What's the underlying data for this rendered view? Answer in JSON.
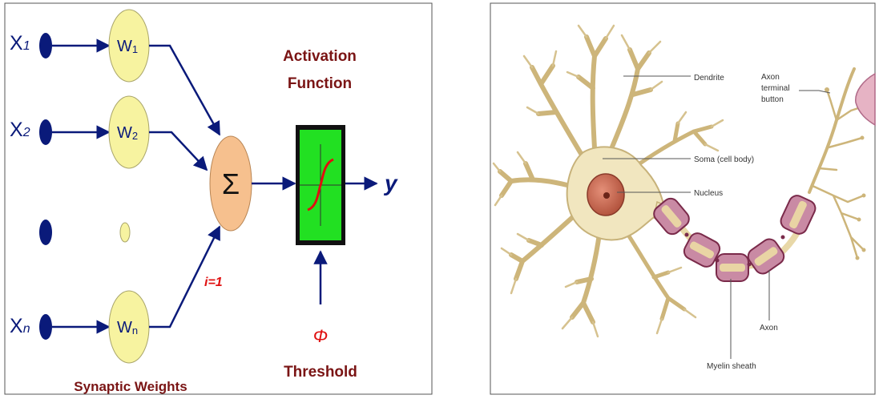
{
  "perceptron": {
    "inputs": [
      {
        "pre": "X",
        "sub": "1"
      },
      {
        "pre": "X",
        "sub": "2"
      },
      {
        "pre": "X",
        "sub": "n"
      }
    ],
    "weights": [
      {
        "pre": "W",
        "sub": "1"
      },
      {
        "pre": "W",
        "sub": "2"
      },
      {
        "pre": "W",
        "sub": "n"
      }
    ],
    "summation_symbol": "Σ",
    "summation_index": "i=1",
    "activation_title_line1": "Activation",
    "activation_title_line2": "Function",
    "output_label": "y",
    "threshold_symbol": "Φ",
    "threshold_label": "Threshold",
    "weights_caption": "Synaptic Weights"
  },
  "neuron": {
    "dendrite_label": "Dendrite",
    "soma_label": "Soma (cell body)",
    "nucleus_label": "Nucleus",
    "axon_terminal_line1": "Axon",
    "axon_terminal_line2": "terminal",
    "axon_terminal_line3": "button",
    "axon_label": "Axon",
    "myelin_label": "Myelin sheath"
  },
  "colors": {
    "navy": "#0a1a7a",
    "weight_fill": "#f7f3a0",
    "sum_fill": "#f6c08e",
    "activation_fill": "#22e022",
    "maroon": "#7a1414",
    "red": "#e01010",
    "cell_fill": "#f1e6bf",
    "cell_stroke": "#c7b27a",
    "myelin_fill": "#c98aa4",
    "myelin_stroke": "#7a2a4a",
    "nucleus_fill": "#c96a52"
  }
}
